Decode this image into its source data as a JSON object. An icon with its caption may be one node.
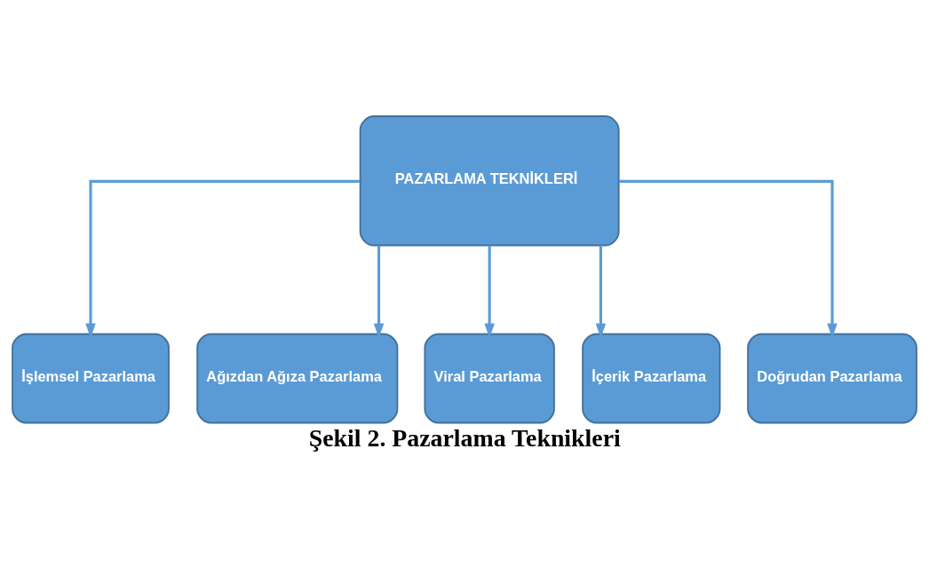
{
  "diagram": {
    "caption": "Şekil 2. Pazarlama Teknikleri",
    "nodes": [
      {
        "text": [
          "PAZARLAMA TEKNİKLERİ"
        ]
      },
      {
        "text": [
          "İşlemsel Pazarlama"
        ]
      },
      {
        "text": [
          "Ağızdan Ağıza Pazarlama"
        ]
      },
      {
        "text": [
          "Viral Pazarlama"
        ]
      },
      {
        "text": [
          "İçerik Pazarlama"
        ]
      },
      {
        "text": [
          "Doğrudan Pazarlama"
        ]
      }
    ],
    "edges": [
      {
        "from": 0,
        "to": 1,
        "arrow": "to"
      },
      {
        "from": 0,
        "to": 2,
        "arrow": "to"
      },
      {
        "from": 0,
        "to": 3,
        "arrow": "to"
      },
      {
        "from": 0,
        "to": 4,
        "arrow": "to"
      },
      {
        "from": 0,
        "to": 5,
        "arrow": "to"
      }
    ]
  }
}
